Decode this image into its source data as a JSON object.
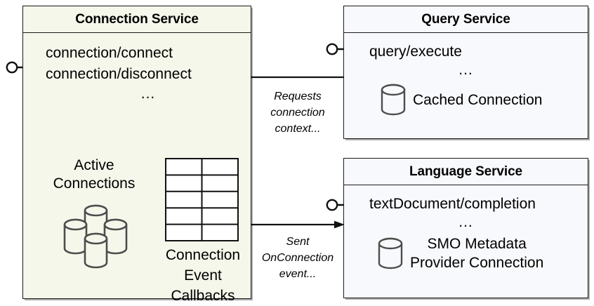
{
  "diagram": {
    "type": "component-diagram",
    "title_visible": false,
    "colors": {
      "connection_service_fill": "#f4f7ea",
      "remote_service_fill": "#f8f9fc",
      "stroke": "#1a1a1a",
      "icon_stroke": "#4d4d4d",
      "background": "#ffffff"
    }
  },
  "components": {
    "connection_service": {
      "title": "Connection Service",
      "interfaces": [
        "connection/connect",
        "connection/disconnect"
      ],
      "ellipsis": "...",
      "lollipop_icon": "provided-interface-lollipop-icon",
      "active_connections": {
        "label_line1": "Active",
        "label_line2": "Connections",
        "icon": "database-stack-icon",
        "cylinder_count": 4
      },
      "callbacks": {
        "icon": "table-grid-icon",
        "table_rows": 5,
        "table_columns": 2,
        "label_line1": "Connection",
        "label_line2": "Event",
        "label_line3": "Callbacks"
      }
    },
    "query_service": {
      "title": "Query Service",
      "interfaces": [
        "query/execute"
      ],
      "ellipsis": "...",
      "lollipop_icon": "provided-interface-lollipop-icon",
      "resource": {
        "icon": "database-cylinder-icon",
        "label_line1": "Cached Connection"
      }
    },
    "language_service": {
      "title": "Language Service",
      "interfaces": [
        "textDocument/completion"
      ],
      "ellipsis": "...",
      "lollipop_icon": "provided-interface-lollipop-icon",
      "resource": {
        "icon": "database-cylinder-icon",
        "label_line1": "SMO Metadata",
        "label_line2": "Provider Connection"
      }
    }
  },
  "edges": [
    {
      "id": "query-to-connection",
      "from": "query_service",
      "to": "connection_service",
      "direction": "right-to-left",
      "label_line1": "Requests",
      "label_line2": "connection",
      "label_line3": "context..."
    },
    {
      "id": "connection-to-language",
      "from": "connection_service",
      "to": "language_service",
      "direction": "left-to-right",
      "label_line1": "Sent",
      "label_line2": "OnConnection",
      "label_line3": "event..."
    }
  ]
}
